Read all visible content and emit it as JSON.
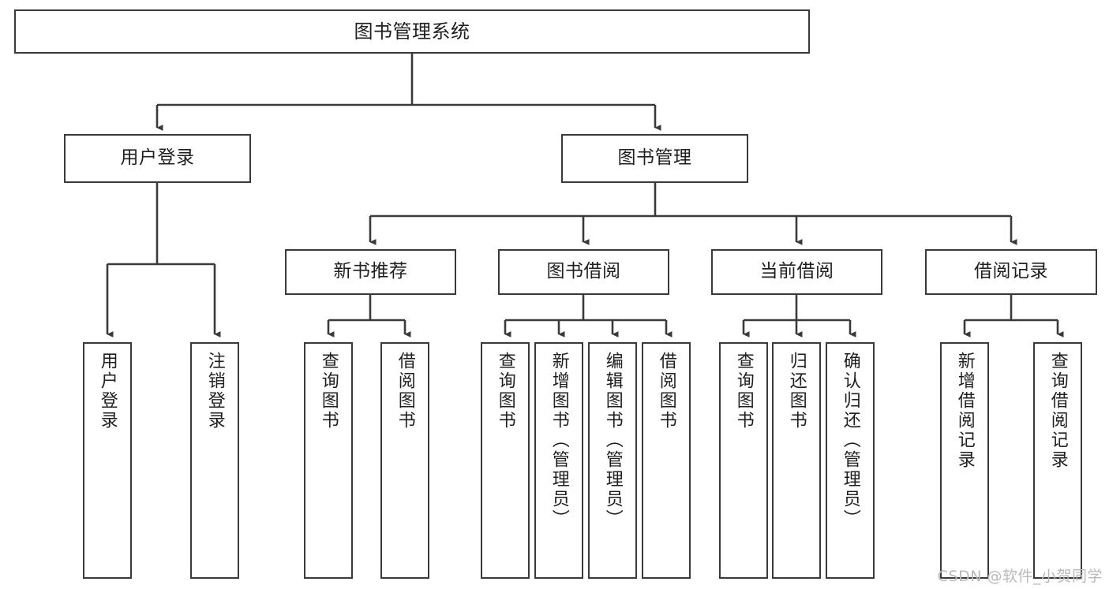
{
  "diagram": {
    "type": "tree",
    "title": "图书管理系统",
    "watermark": "CSDN @软件_小贺同学",
    "colors": {
      "box_border": "#3a3a3a",
      "box_fill": "#ffffff",
      "connector": "#3a3a3a",
      "text": "#1f1f1f",
      "watermark": "#b9b9b9",
      "background": "#ffffff"
    },
    "nodes": {
      "root": {
        "label": "图书管理系统"
      },
      "level2": [
        {
          "id": "login",
          "label": "用户登录"
        },
        {
          "id": "bookmgmt",
          "label": "图书管理"
        }
      ],
      "level3": [
        {
          "id": "newbook",
          "label": "新书推荐"
        },
        {
          "id": "borrow",
          "label": "图书借阅"
        },
        {
          "id": "current",
          "label": "当前借阅"
        },
        {
          "id": "record",
          "label": "借阅记录"
        }
      ],
      "leaves": {
        "login": [
          {
            "label": "用户登录"
          },
          {
            "label": "注销登录"
          }
        ],
        "newbook": [
          {
            "label": "查询图书"
          },
          {
            "label": "借阅图书"
          }
        ],
        "borrow": [
          {
            "label": "查询图书"
          },
          {
            "label": "新增图书（管理员）"
          },
          {
            "label": "编辑图书（管理员）"
          },
          {
            "label": "借阅图书"
          }
        ],
        "current": [
          {
            "label": "查询图书"
          },
          {
            "label": "归还图书"
          },
          {
            "label": "确认归还（管理员）"
          }
        ],
        "record": [
          {
            "label": "新增借阅记录"
          },
          {
            "label": "查询借阅记录"
          }
        ]
      }
    }
  }
}
